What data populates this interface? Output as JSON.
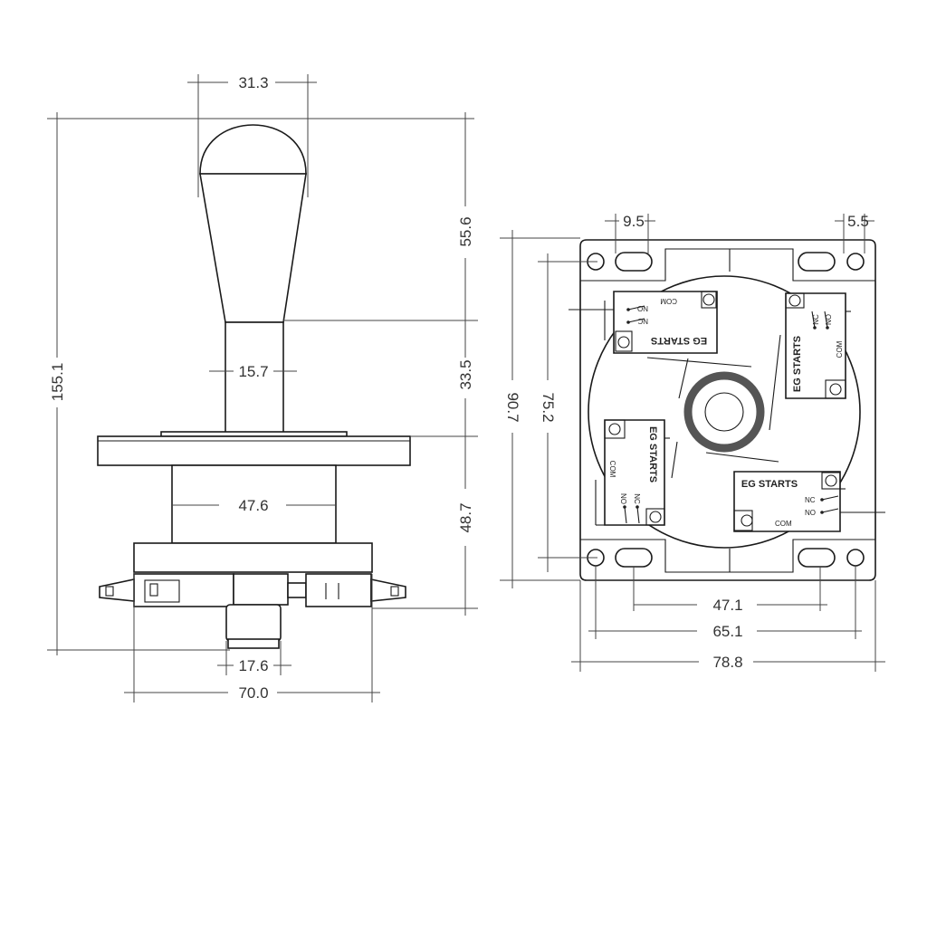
{
  "dimensions": {
    "knob_width": "31.3",
    "total_height": "155.1",
    "handle_height": "55.6",
    "shaft_width": "15.7",
    "shaft_height": "33.5",
    "body_width": "47.6",
    "body_height": "48.7",
    "bottom_width": "17.6",
    "base_width": "70.0",
    "hole_offset": "9.5",
    "edge_offset": "5.5",
    "plate_height": "90.7",
    "hole_spacing_v": "75.2",
    "slot_spacing": "47.1",
    "hole_spacing_h": "65.1",
    "plate_width": "78.8"
  },
  "switches": {
    "label": "EG STARTS",
    "com": "COM",
    "no": "NO",
    "nc": "NC"
  },
  "colors": {
    "line": "#1a1a1a",
    "dimension": "#444444",
    "ring": "#555555"
  }
}
